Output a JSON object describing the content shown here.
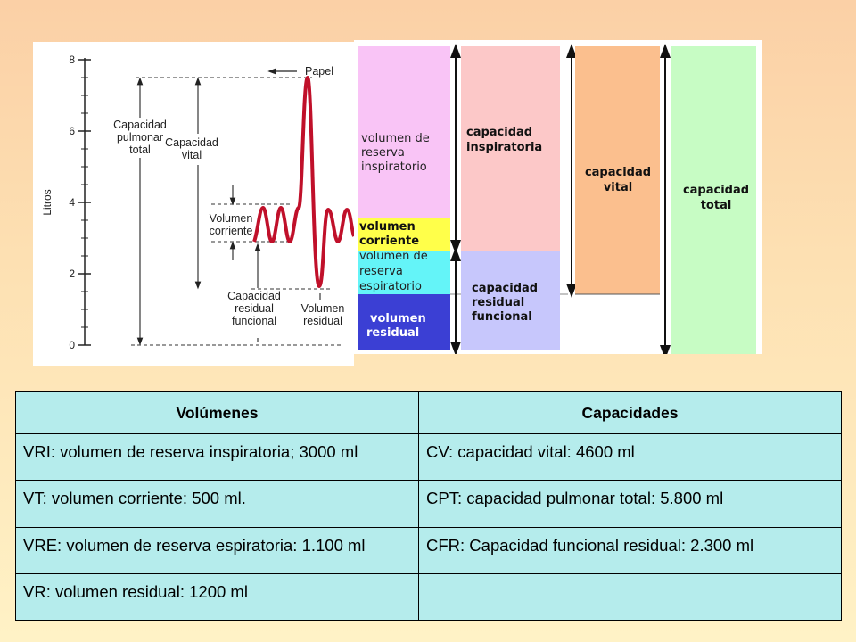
{
  "spirogram": {
    "y_axis_label": "Litros",
    "y_ticks": [
      "0",
      "2",
      "4",
      "6",
      "8"
    ],
    "labels": {
      "papel": "Papel",
      "capacidad_pulmonar_total": [
        "Capacidad",
        "pulmonar",
        "total"
      ],
      "capacidad_vital": [
        "Capacidad",
        "vital"
      ],
      "volumen_corriente": [
        "Volumen",
        "corriente"
      ],
      "capacidad_residual_funcional": [
        "Capacidad",
        "residual",
        "funcional"
      ],
      "volumen_residual": [
        "Volumen",
        "residual"
      ]
    },
    "colors": {
      "trace": "#c0102a"
    }
  },
  "compartments": {
    "volumen_reserva_inspiratorio": [
      "volumen de",
      "reserva",
      "inspiratorio"
    ],
    "volumen_corriente": [
      "volumen",
      "corriente"
    ],
    "volumen_reserva_espiratorio": [
      "volumen de",
      "reserva",
      "espiratorio"
    ],
    "volumen_residual": [
      "volumen",
      "residual"
    ],
    "capacidad_inspiratoria": [
      "capacidad",
      "inspiratoria"
    ],
    "capacidad_residual_funcional": [
      "capacidad",
      "residual",
      "funcional"
    ],
    "capacidad_vital": [
      "capacidad",
      "vital"
    ],
    "capacidad_total": [
      "capacidad",
      "total"
    ],
    "colors": {
      "vri": "#f9c4f6",
      "vc": "#ffff4a",
      "vre": "#64f4f8",
      "vr": "#3b3fd4",
      "ci": "#fcc8c8",
      "crf": "#c7c7fc",
      "cv": "#fbbf8e",
      "ct": "#c7fcc4"
    }
  },
  "table": {
    "headers": [
      "Volúmenes",
      "Capacidades"
    ],
    "rows": [
      [
        "VRI: volumen de reserva inspiratoria; 3000 ml",
        "CV: capacidad vital: 4600 ml"
      ],
      [
        "VT: volumen corriente: 500 ml.",
        "CPT: capacidad pulmonar total: 5.800 ml"
      ],
      [
        "VRE: volumen de reserva espiratoria: 1.100 ml",
        "CFR: Capacidad funcional residual: 2.300 ml"
      ],
      [
        "VR: volumen residual: 1200 ml",
        ""
      ]
    ],
    "colors": {
      "background": "#b5ecec"
    }
  }
}
